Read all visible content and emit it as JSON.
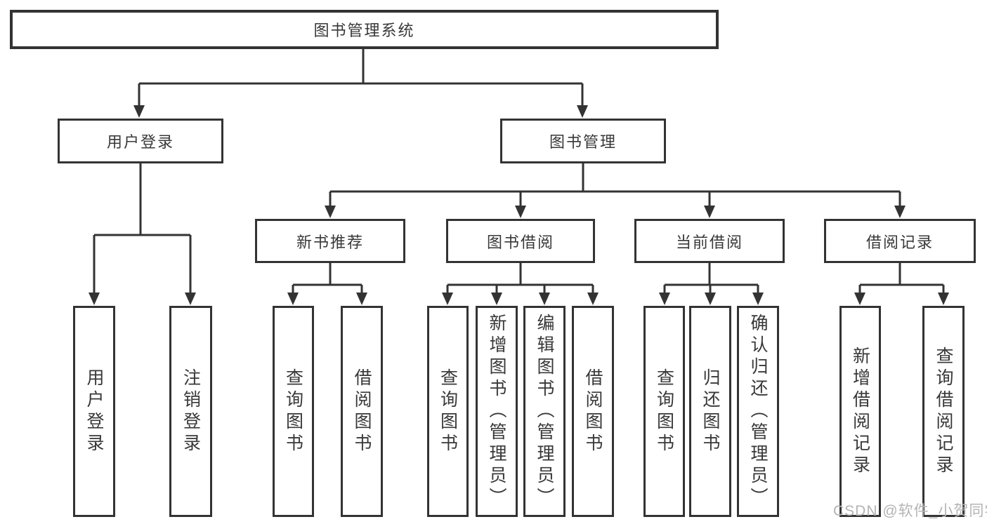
{
  "page": {
    "background_color": "#ffffff",
    "line_color": "#333333",
    "text_color": "#383838"
  },
  "tree": {
    "root": "图书管理系统",
    "branches": [
      {
        "label": "用户登录",
        "leaves": [
          "用户登录",
          "注销登录"
        ]
      },
      {
        "label": "图书管理",
        "groups": [
          {
            "label": "新书推荐",
            "leaves": [
              "查询图书",
              "借阅图书"
            ]
          },
          {
            "label": "图书借阅",
            "leaves": [
              "查询图书",
              "新增图书（管理员）",
              "编辑图书（管理员）",
              "借阅图书"
            ]
          },
          {
            "label": "当前借阅",
            "leaves": [
              "查询图书",
              "归还图书",
              "确认归还（管理员）"
            ]
          },
          {
            "label": "借阅记录",
            "leaves": [
              "新增借阅记录",
              "查询借阅记录"
            ]
          }
        ]
      }
    ]
  },
  "watermark": {
    "text": "CSDN @软件_小贺同学",
    "color": "#b4b4b4"
  }
}
